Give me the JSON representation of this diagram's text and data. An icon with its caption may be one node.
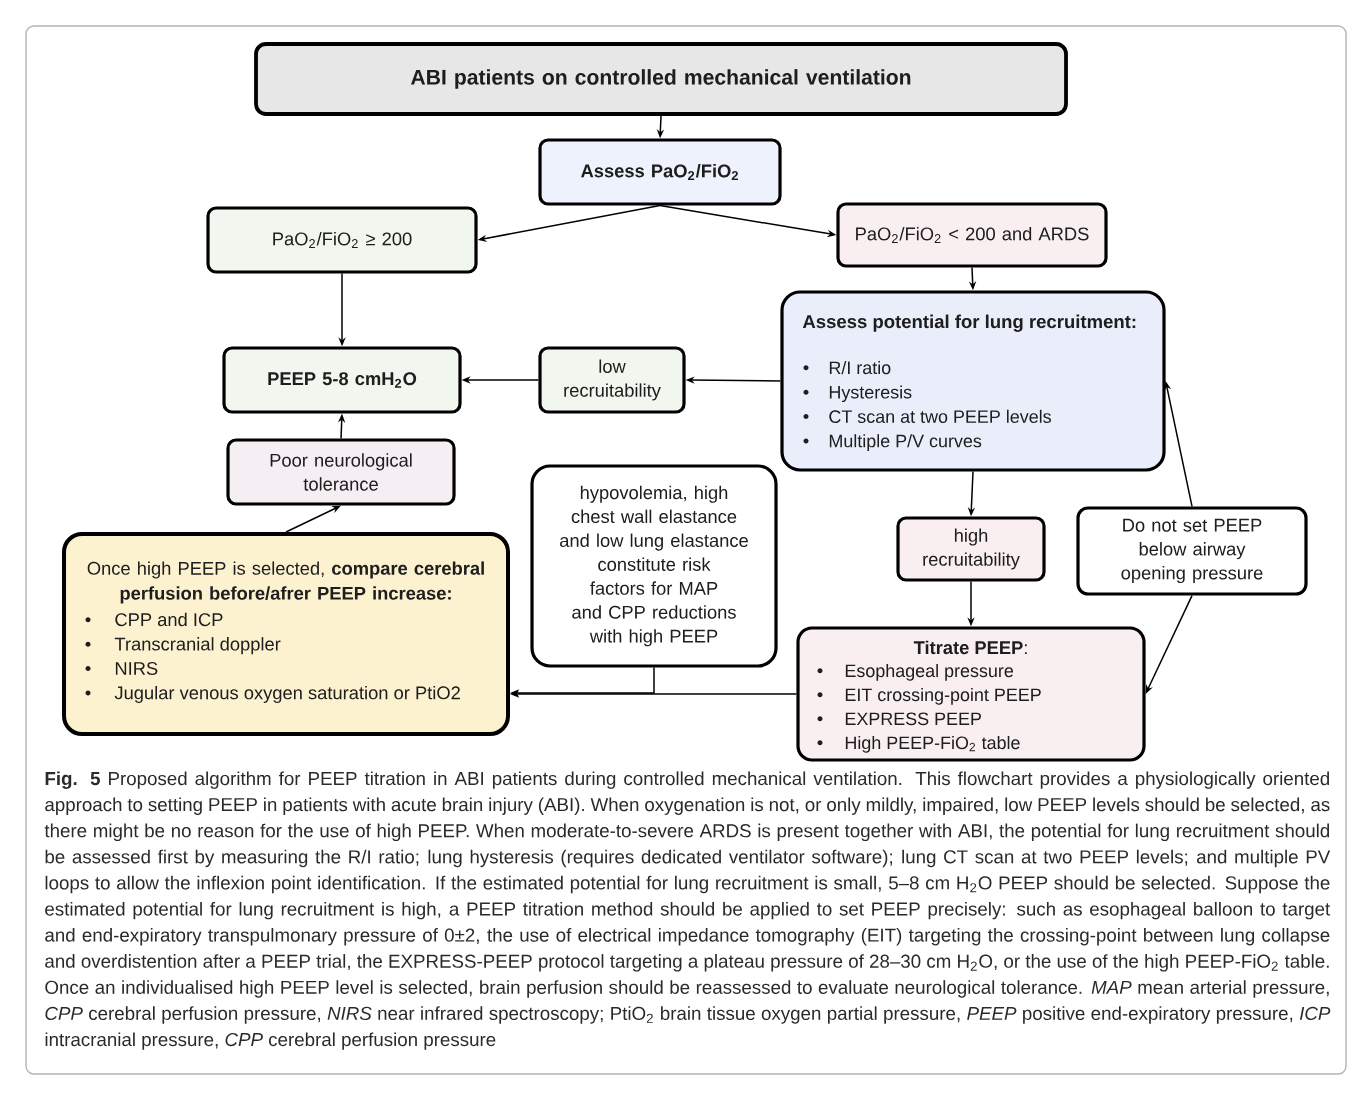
{
  "diagram": {
    "nodes": [
      {
        "text": [
          "ABI patients on controlled mechanical ventilation"
        ]
      },
      {
        "text": [
          "Assess PaO$_{2}$/FiO$_{2}$"
        ]
      },
      {
        "text": [
          "PaO$_{2}$/FiO$_{2}$ ≥ 200"
        ]
      },
      {
        "text": [
          "PaO$_{2}$/FiO$_{2}$ < 200 and ARDS"
        ]
      },
      {
        "text": [
          "Assess potential for lung recruitment:",
          "R/I ratio",
          "Hysteresis",
          "CT scan at two PEEP levels",
          "Multiple P/V curves"
        ]
      },
      {
        "text": [
          "PEEP 5-8 cmH$_{2}$O"
        ]
      },
      {
        "text": [
          "low recruitability"
        ]
      },
      {
        "text": [
          "Poor neurological tolerance"
        ]
      },
      {
        "text": [
          "hypovolemia, high chest wall elastance and low lung elastance constitute risk factors for MAP and CPP reductions with high PEEP"
        ]
      },
      {
        "text": [
          "Do not set PEEP below airway opening pressure"
        ]
      },
      {
        "text": [
          "high recruitability"
        ]
      },
      {
        "text": [
          "Once high PEEP is selected, **compare cerebral perfusion before/afrer PEEP increase:**",
          "CPP and ICP",
          "Transcranial doppler",
          "NIRS",
          "Jugular venous oxygen saturation or PtiO2"
        ]
      },
      {
        "text": [
          "**Titrate PEEP**:",
          "Esophageal pressure",
          "EIT crossing-point PEEP",
          "EXPRESS PEEP",
          "High PEEP-FiO$_{2}$ table"
        ]
      }
    ],
    "edges": [
      {
        "from": 0,
        "to": 1,
        "arrow": "to"
      },
      {
        "from": 1,
        "to": 2,
        "arrow": "to"
      },
      {
        "from": 1,
        "to": 3,
        "arrow": "to"
      },
      {
        "from": 2,
        "to": 5,
        "arrow": "to"
      },
      {
        "from": 3,
        "to": 4,
        "arrow": "to"
      },
      {
        "from": 4,
        "to": 6,
        "arrow": "to"
      },
      {
        "from": 6,
        "to": 5,
        "arrow": "to"
      },
      {
        "from": 4,
        "to": 10,
        "arrow": "to"
      },
      {
        "from": 10,
        "to": 12,
        "arrow": "to"
      },
      {
        "from": 7,
        "to": 5,
        "arrow": "to"
      },
      {
        "from": 11,
        "to": 7,
        "arrow": "to"
      },
      {
        "from": 12,
        "to": 11,
        "arrow": "to"
      },
      {
        "from": 8,
        "to": 11,
        "arrow": "to"
      },
      {
        "from": 9,
        "to": 4,
        "arrow": "to"
      },
      {
        "from": 9,
        "to": 12,
        "arrow": "to"
      }
    ],
    "caption": "**Fig. 5** Proposed algorithm for PEEP titration in ABI patients during controlled mechanical ventilation. This flowchart provides a physiologically oriented approach to setting PEEP in patients with acute brain injury (ABI). When oxygenation is not, or only mildly, impaired, low PEEP levels should be selected, as there might be no reason for the use of high PEEP. When moderate-to-severe ARDS is present together with ABI, the potential for lung recruitment should be assessed first by measuring the R/I ratio; lung hysteresis (requires dedicated ventilator software); lung CT scan at two PEEP levels; and multiple PV loops to allow the inflexion point identification. If the estimated potential for lung recruitment is small, 5–8 cm H$_{2}$O PEEP should be selected. Suppose the estimated potential for lung recruitment is high, a PEEP titration method should be applied to set PEEP precisely: such as esophageal balloon to target and end-expiratory transpulmonary pressure of 0±2, the use of electrical impedance tomography (EIT) targeting the crossing-point between lung collapse and overdistention after a PEEP trial, the EXPRESS-PEEP protocol targeting a plateau pressure of 28–30 cm H$_{2}$O, or the use of the high PEEP-FiO$_{2}$ table. Once an individualised high PEEP level is selected, brain perfusion should be reassessed to evaluate neurological tolerance. *MAP* mean arterial pressure, *CPP* cerebral perfusion pressure, *NIRS* near infrared spectroscopy; PtiO$_{2}$ brain tissue oxygen partial pressure, *PEEP* positive end-expiratory pressure, *ICP* intracranial pressure, *CPP* cerebral perfusion pressure"
  }
}
